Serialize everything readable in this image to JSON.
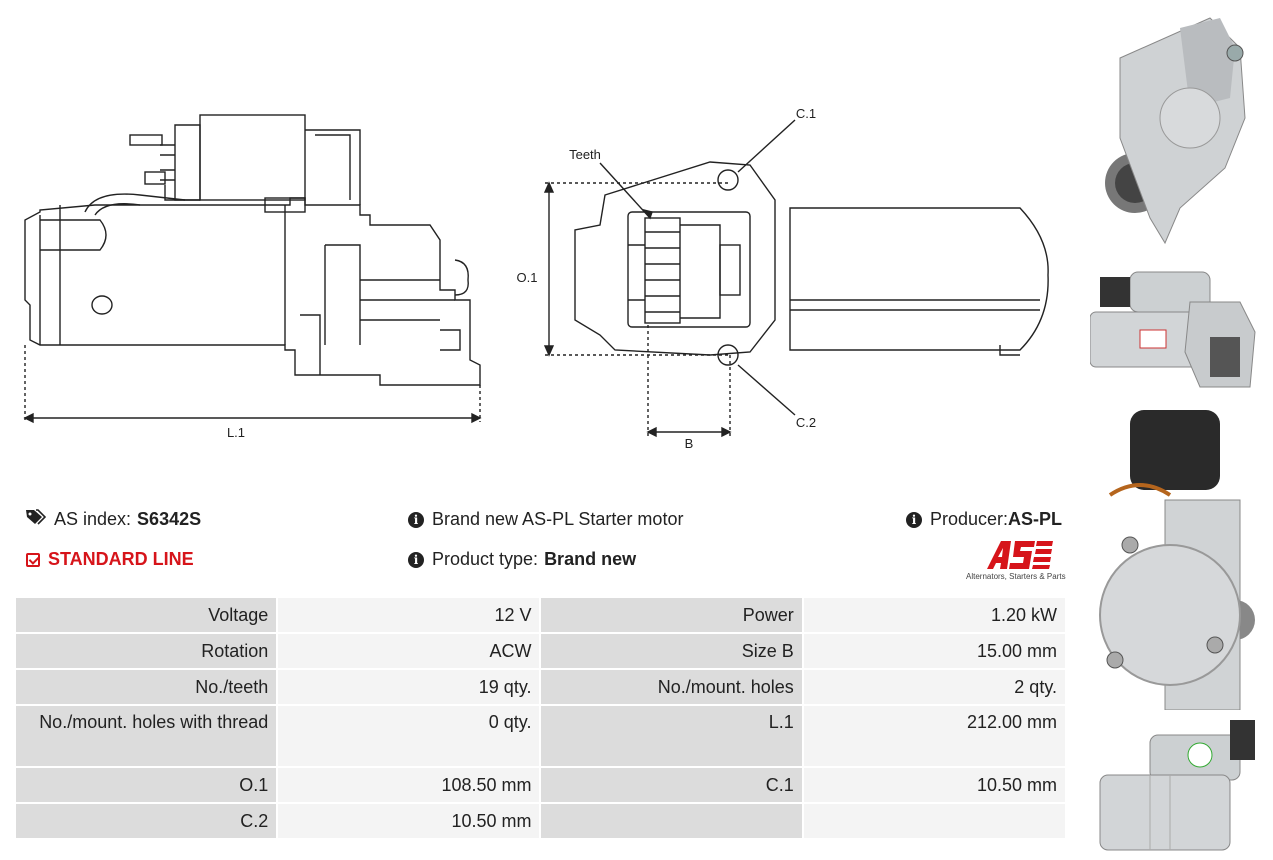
{
  "diagram": {
    "labels": {
      "l1": "L.1",
      "o1": "O.1",
      "b": "B",
      "c1": "C.1",
      "c2": "C.2",
      "teeth": "Teeth"
    }
  },
  "info": {
    "as_index_label": "AS index:",
    "as_index_value": "S6342S",
    "standard_line": "STANDARD LINE",
    "description": "Brand new AS-PL Starter motor",
    "product_type_label": "Product type:",
    "product_type_value": "Brand new",
    "producer_label": "Producer:",
    "producer_value": "AS-PL",
    "logo_tagline": "Alternators, Starters & Parts"
  },
  "specs": [
    [
      "Voltage",
      "12 V",
      "Power",
      "1.20 kW"
    ],
    [
      "Rotation",
      "ACW",
      "Size B",
      "15.00 mm"
    ],
    [
      "No./teeth",
      "19 qty.",
      "No./mount. holes",
      "2 qty."
    ],
    [
      "No./mount. holes with thread",
      "0 qty.",
      "L.1",
      "212.00 mm"
    ],
    [
      "O.1",
      "108.50 mm",
      "C.1",
      "10.50 mm"
    ],
    [
      "C.2",
      "10.50 mm",
      "",
      ""
    ]
  ],
  "colors": {
    "brand_red": "#d6141a",
    "label_bg": "#dcdcdc",
    "value_bg": "#f4f4f4"
  }
}
